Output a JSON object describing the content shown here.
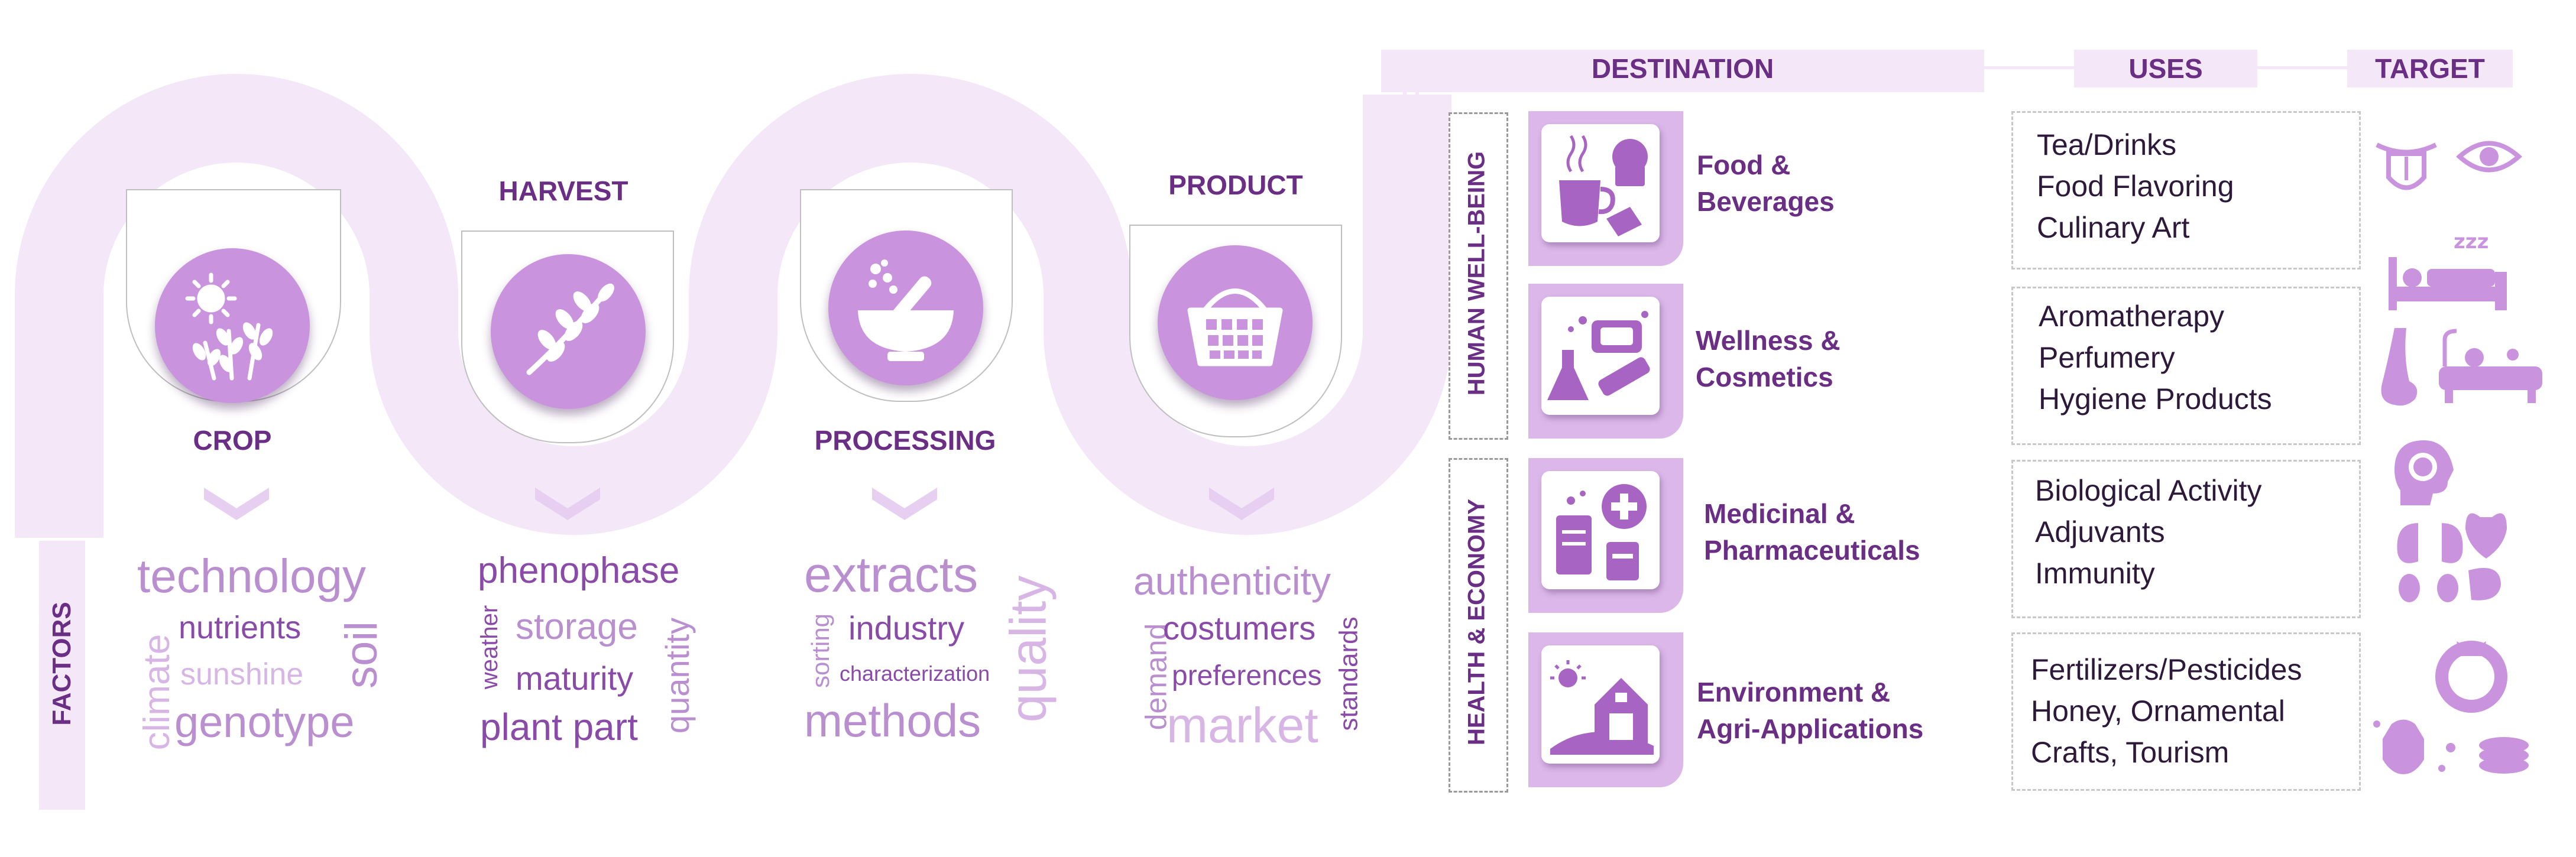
{
  "stages": {
    "crop": "CROP",
    "harvest": "HARVEST",
    "processing": "PROCESSING",
    "product": "PRODUCT"
  },
  "factors_label": "FACTORS",
  "word_clouds": {
    "crop": [
      "technology",
      "climate",
      "nutrients",
      "soil",
      "sunshine",
      "genotype"
    ],
    "harvest": [
      "phenophase",
      "weather",
      "storage",
      "quantity",
      "maturity",
      "plant part"
    ],
    "processing": [
      "extracts",
      "sorting",
      "industry",
      "quality",
      "characterization",
      "methods"
    ],
    "product": [
      "authenticity",
      "demand",
      "costumers",
      "standards",
      "preferences",
      "market"
    ]
  },
  "headers": {
    "destination": "DESTINATION",
    "uses": "USES",
    "target": "TARGET"
  },
  "groups": {
    "human_wellbeing": "HUMAN WELL-BEING",
    "health_economy": "HEALTH & ECONOMY"
  },
  "destinations": [
    {
      "line1": "Food &",
      "line2": "Beverages",
      "uses": [
        "Tea/Drinks",
        "Food Flavoring",
        "Culinary Art"
      ]
    },
    {
      "line1": "Wellness &",
      "line2": "Cosmetics",
      "uses": [
        "Aromatherapy",
        "Perfumery",
        "Hygiene Products"
      ]
    },
    {
      "line1": "Medicinal &",
      "line2": "Pharmaceuticals",
      "uses": [
        "Biological Activity",
        "Adjuvants",
        "Immunity"
      ]
    },
    {
      "line1": "Environment &",
      "line2": "Agri-Applications",
      "uses": [
        "Fertilizers/Pesticides",
        "Honey, Ornamental",
        "Crafts, Tourism"
      ]
    }
  ],
  "icons": {
    "crop": "crop-plant-sun-icon",
    "harvest": "harvest-sprig-icon",
    "processing": "mortar-pestle-icon",
    "product": "basket-icon",
    "food": "food-beverages-icon",
    "wellness": "cosmetics-icon",
    "medicinal": "pharmaceuticals-icon",
    "environment": "farm-barn-icon",
    "targets": [
      "tongue-icon",
      "eye-icon",
      "sleep-bed-icon",
      "nose-icon",
      "bathtub-icon",
      "brain-head-icon",
      "organs-icon",
      "wreath-icon",
      "beehive-coins-icon"
    ]
  },
  "colors": {
    "ribbon": "#f3e7f8",
    "accent": "#c994dd",
    "title": "#6a2f85",
    "tile": "#dcb8ea"
  }
}
